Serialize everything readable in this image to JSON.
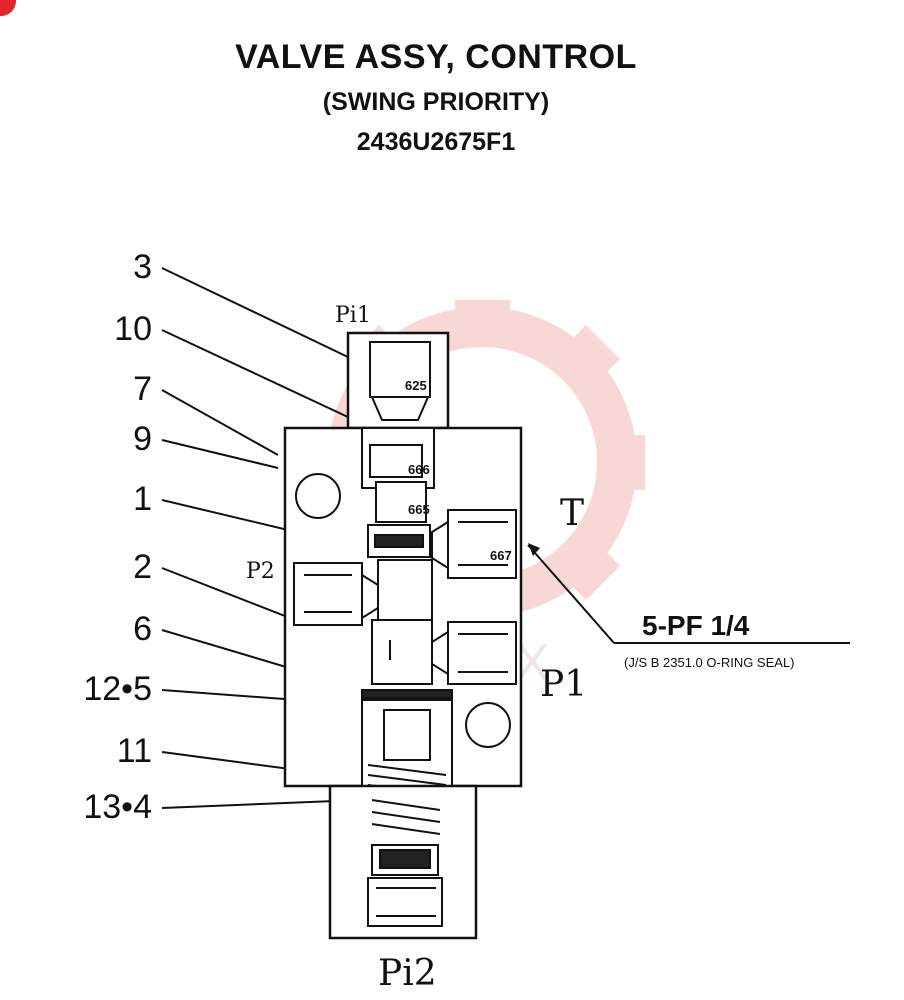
{
  "title": {
    "line1": "VALVE ASSY, CONTROL",
    "line2": "(SWING PRIORITY)",
    "line3": "2436U2675F1"
  },
  "callouts": [
    "3",
    "10",
    "7",
    "9",
    "1",
    "2",
    "6",
    "12•5",
    "11",
    "13•4"
  ],
  "ports": {
    "pi1": "Pi1",
    "p2": "P2",
    "t": "T",
    "p1": "P1",
    "pi2": "Pi2"
  },
  "part_numbers": [
    "625",
    "666",
    "665",
    "667"
  ],
  "spec": {
    "main": "5-PF 1/4",
    "sub": "(J/S B 2351.0   O-RING SEAL)"
  },
  "watermark": {
    "text": "XHHEX",
    "color": "#f4b8b8"
  },
  "colors": {
    "ink": "#111111",
    "watermark": "#f4b8b8",
    "badge": "#e3262f"
  }
}
